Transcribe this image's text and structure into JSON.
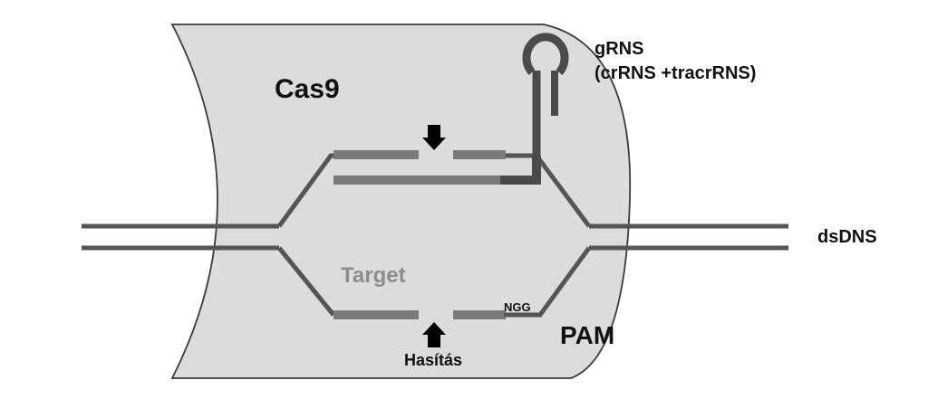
{
  "labels": {
    "cas9": "Cas9",
    "grna_line1": "gRNS",
    "grna_line2": "(crRNS +tracrRNS)",
    "dsdna": "dsDNS",
    "target": "Target",
    "ngg": "NGG",
    "pam": "PAM",
    "cleavage": "Hasítás"
  },
  "colors": {
    "background": "#ffffff",
    "cas9_fill": "#dcdcdc",
    "cas9_outline": "#3a3a3a",
    "dna_strand": "#555555",
    "target_segment": "#7a7a7a",
    "guide_rna": "#4a4a4a",
    "target_text": "#8c8c8c",
    "text_dark": "#111111",
    "arrow": "#000000"
  }
}
